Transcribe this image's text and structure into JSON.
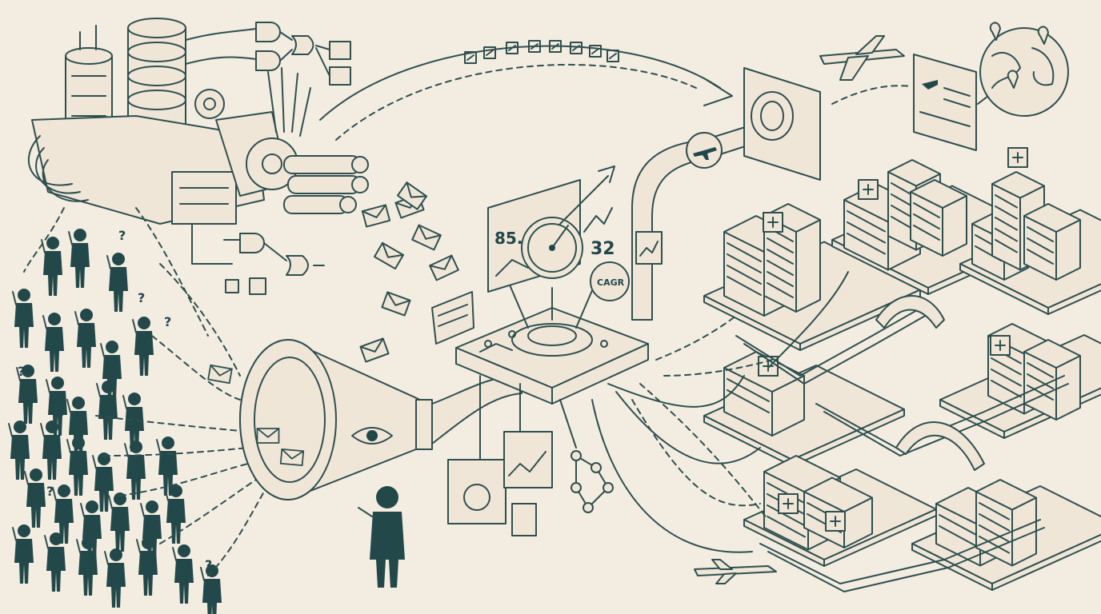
{
  "labels": {
    "gauge_value": "85.9",
    "gauge_number": "32",
    "gauge_badge": "CAGR"
  },
  "colors": {
    "background": "#f3ece1",
    "ink": "#2f4f4f",
    "figure": "#23484a",
    "paper": "#efe6d8"
  },
  "icons": {
    "top_arrow_symbols": [
      "filter-icon",
      "document-icon",
      "bar-chart-icon",
      "list-icon",
      "trend-icon",
      "network-icon",
      "scale-icon",
      "list-icon"
    ],
    "crowd_marks": [
      "?",
      "??",
      "??",
      "?",
      "?",
      "?",
      "?"
    ]
  }
}
